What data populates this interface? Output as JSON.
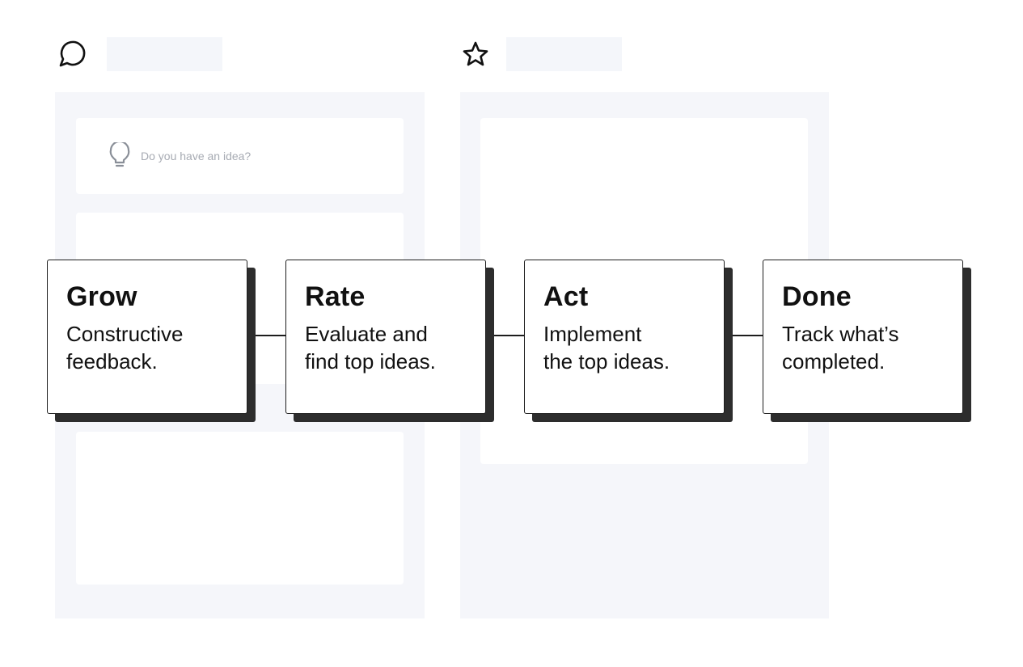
{
  "columns": [
    {
      "icon": "speech-bubble-icon",
      "cards": [
        {
          "prompt_icon": "lightbulb-icon",
          "prompt_text": "Do you have an idea?"
        },
        {},
        {}
      ]
    },
    {
      "icon": "star-icon",
      "cards": [
        {}
      ]
    }
  ],
  "stages": [
    {
      "title": "Grow",
      "description": "Constructive\nfeedback."
    },
    {
      "title": "Rate",
      "description": "Evaluate and\nfind top ideas."
    },
    {
      "title": "Act",
      "description": "Implement\nthe top ideas."
    },
    {
      "title": "Done",
      "description": "Track what’s\ncompleted."
    }
  ],
  "colors": {
    "column_bg": "#f5f6fa",
    "card_bg": "#ffffff",
    "stage_border": "#1d1d1d",
    "stage_shadow": "#2d2d2d",
    "placeholder_text": "#a7abb3"
  }
}
